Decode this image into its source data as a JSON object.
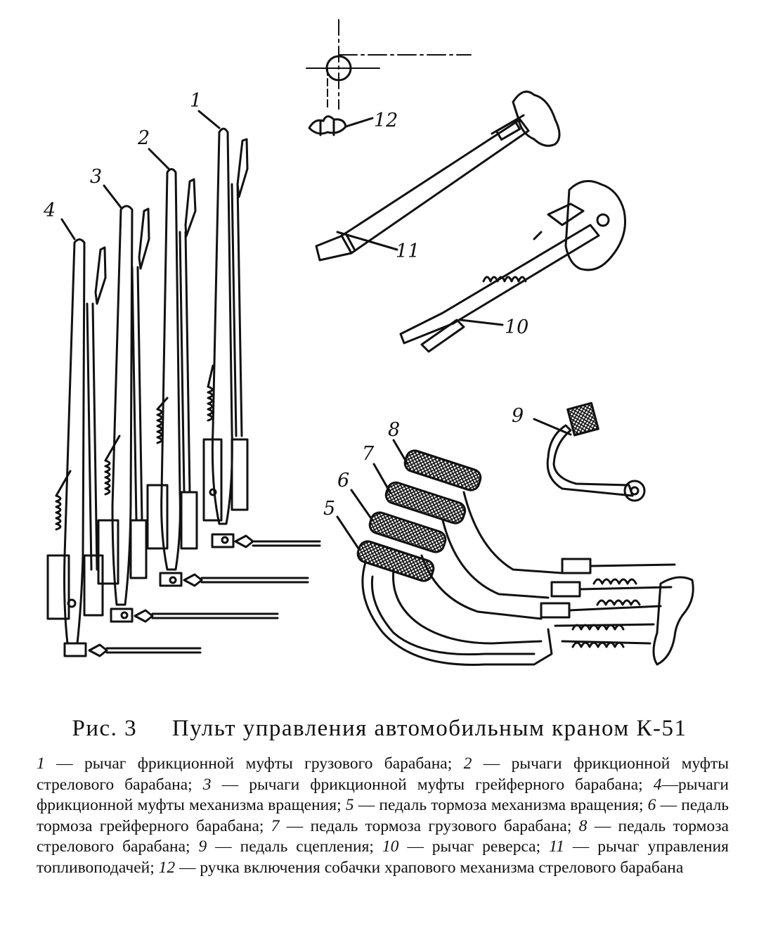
{
  "labels": {
    "l1": "1",
    "l2": "2",
    "l3": "3",
    "l4": "4",
    "l5": "5",
    "l6": "6",
    "l7": "7",
    "l8": "8",
    "l9": "9",
    "l10": "10",
    "l11": "11",
    "l12": "12"
  },
  "caption": {
    "prefix": "Рис. 3",
    "title": "Пульт управления автомобильным краном К-51"
  },
  "legend": [
    {
      "num": "1",
      "sep": " — ",
      "text": "рычаг фрикционной муфты грузового барабана; "
    },
    {
      "num": "2",
      "sep": " — ",
      "text": "рычаги фрикционной муфты стрелового барабана; "
    },
    {
      "num": "3",
      "sep": " — ",
      "text": "рычаги фрикционной муфты грейферного барабана; "
    },
    {
      "num": "4",
      "sep": "—",
      "text": "рычаги фрикционной муфты механизма вращения; "
    },
    {
      "num": "5",
      "sep": " — ",
      "text": "педаль тормоза механизма вращения; "
    },
    {
      "num": "6",
      "sep": " — ",
      "text": "педаль тормоза грейферного барабана; "
    },
    {
      "num": "7",
      "sep": " — ",
      "text": "педаль тормоза грузового барабана; "
    },
    {
      "num": "8",
      "sep": " — ",
      "text": "педаль тормоза стрелового барабана; "
    },
    {
      "num": "9",
      "sep": " — ",
      "text": "педаль сцепления; "
    },
    {
      "num": "10",
      "sep": " — ",
      "text": "рычаг реверса; "
    },
    {
      "num": "11",
      "sep": " — ",
      "text": "рычаг управления топливоподачей; "
    },
    {
      "num": "12",
      "sep": " — ",
      "text": "ручка включения собачки храпового механизма стрелового барабана"
    }
  ]
}
